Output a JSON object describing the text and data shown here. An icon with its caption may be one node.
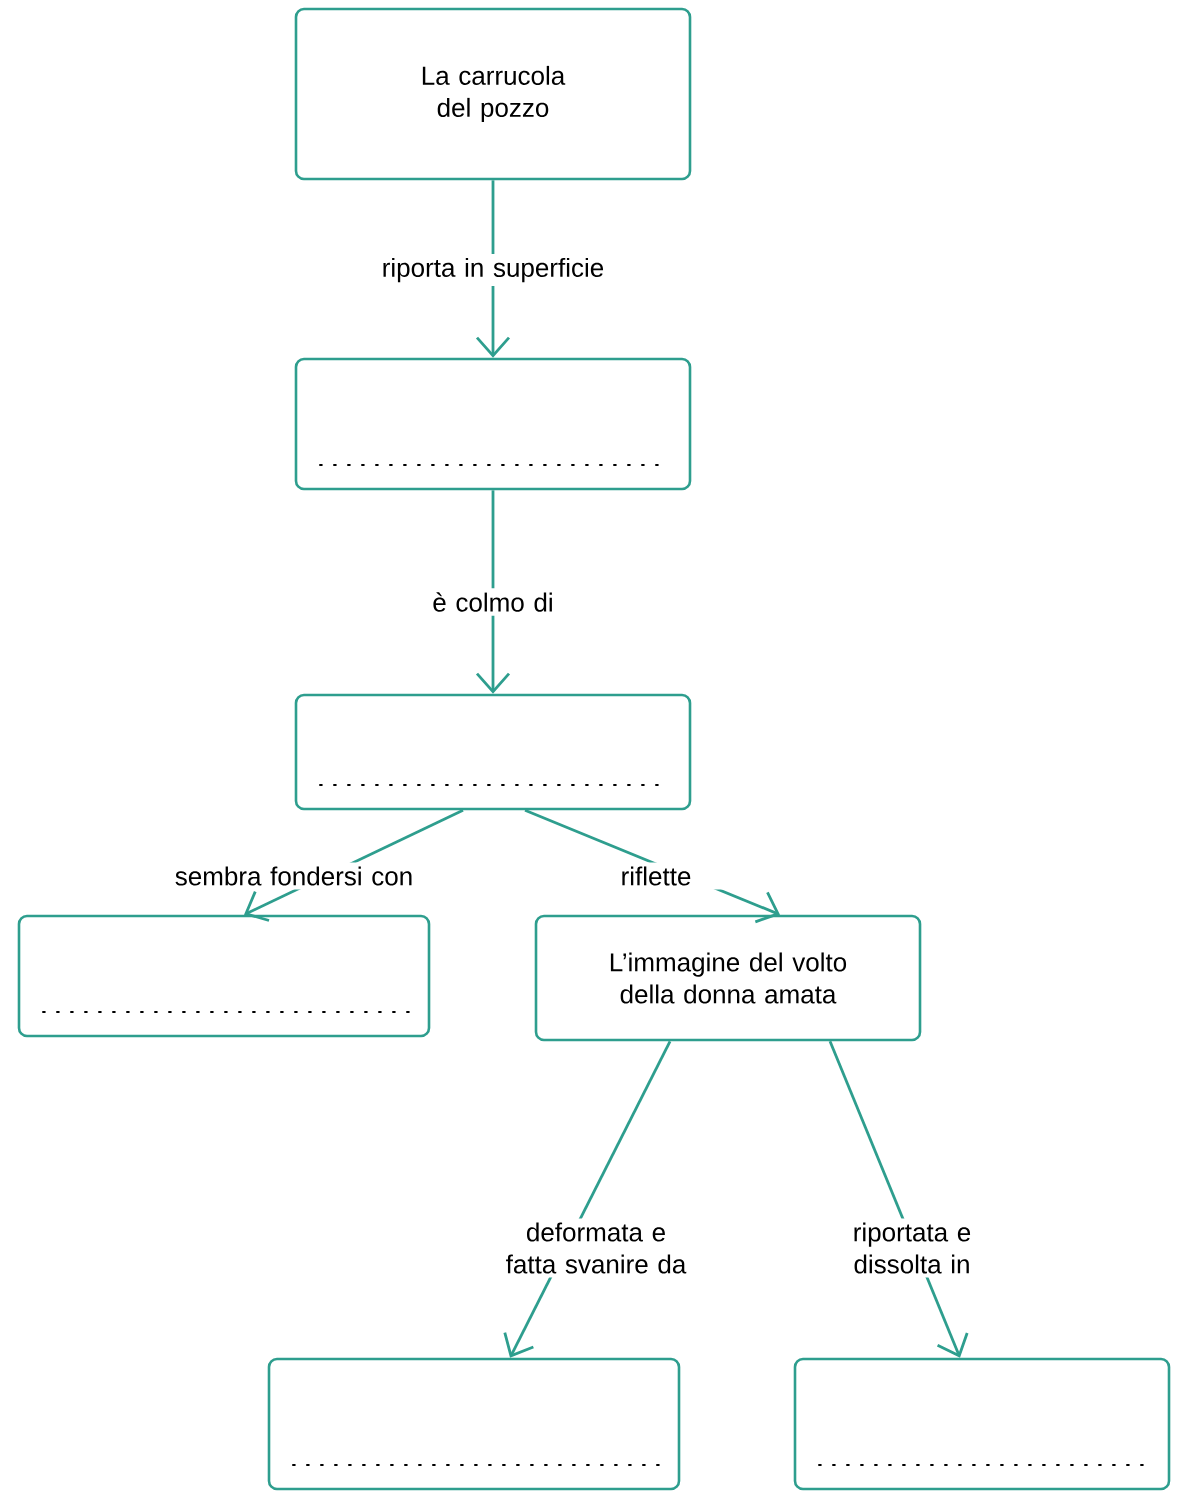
{
  "diagram": {
    "nodes": [
      {
        "text": [
          "La carrucola del pozzo"
        ]
      },
      {
        "text": [],
        "shape": "box"
      },
      {
        "text": [],
        "shape": "box"
      },
      {
        "text": [],
        "shape": "box"
      },
      {
        "text": [
          "L’immagine del volto della donna amata"
        ]
      },
      {
        "text": [],
        "shape": "box"
      },
      {
        "text": [],
        "shape": "box"
      }
    ],
    "edges": [
      {
        "from": 0,
        "to": 1,
        "arrow": "to",
        "label": "riporta in superficie"
      },
      {
        "from": 1,
        "to": 2,
        "arrow": "to",
        "label": "è colmo di"
      },
      {
        "from": 2,
        "to": 3,
        "arrow": "to",
        "label": "sembra fondersi con"
      },
      {
        "from": 2,
        "to": 4,
        "arrow": "to",
        "label": "riflette"
      },
      {
        "from": 4,
        "to": 5,
        "arrow": "to",
        "label": "deformata e fatta svanire da"
      },
      {
        "from": 4,
        "to": 6,
        "arrow": "to",
        "label": "riportata e dissolta in"
      }
    ]
  }
}
